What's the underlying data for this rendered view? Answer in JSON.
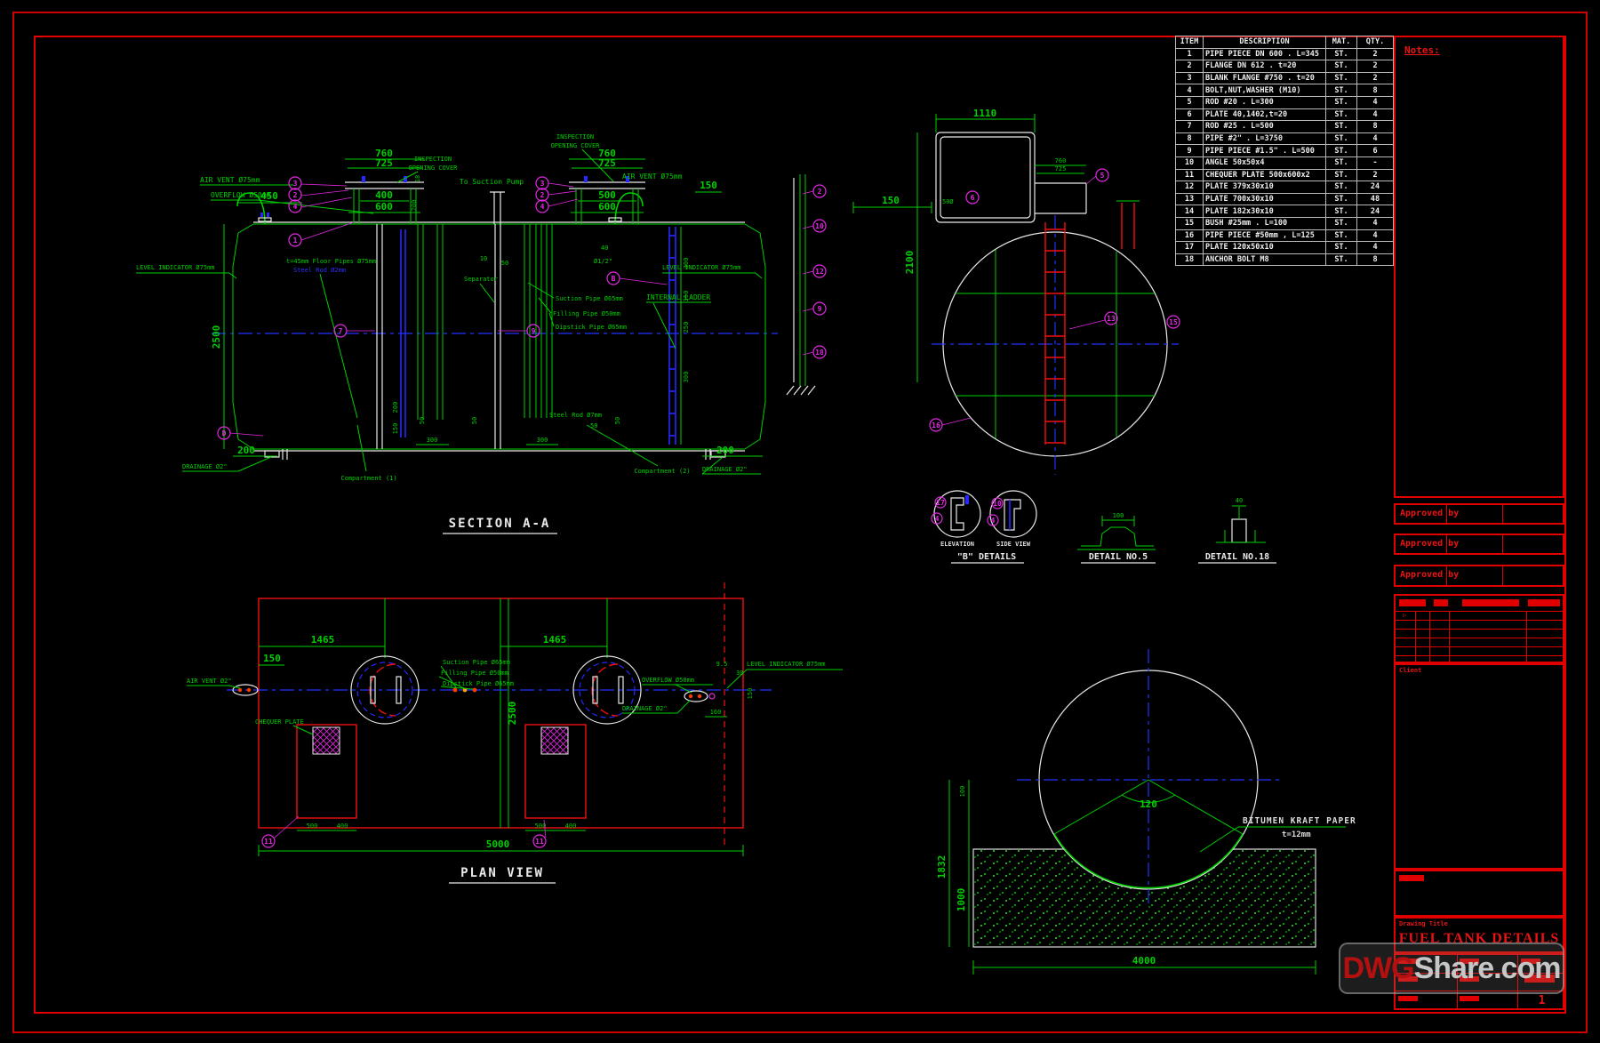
{
  "drawing": {
    "dims": {
      "d10": "10",
      "d18": "18",
      "d30": "30",
      "d40": "40",
      "d50": "50",
      "d100": "100",
      "d120": "120",
      "d150": "150",
      "d160": "160",
      "d200": "200",
      "d250": "250",
      "d300": "300",
      "d350": "350",
      "d400": "400",
      "d450": "450",
      "d500": "500",
      "d600": "600",
      "d725": "725",
      "d760": "760",
      "d1000": "1000",
      "d1110": "1110",
      "d1465": "1465",
      "d1832": "1832",
      "d2100": "2100",
      "d2500": "2500",
      "d4000": "4000",
      "d5000": "5000",
      "d9_5": "9.5",
      "half_inch": "Ø1/2\"",
      "d50o": "50Ø"
    },
    "balloons": {
      "n1": "1",
      "n2": "2",
      "n3": "3",
      "n4": "4",
      "n5": "5",
      "n6": "6",
      "n7": "7",
      "n9": "9",
      "n10": "10",
      "n11": "11",
      "n12": "12",
      "n13": "13",
      "n15": "15",
      "n16": "16",
      "n17": "17",
      "n18": "18",
      "bB": "B",
      "bD": "D"
    },
    "section": {
      "title": "SECTION  A-A",
      "labels": {
        "air_vent": "AIR VENT Ø75mm",
        "overflow": "OVERFLOW Ø50mm",
        "level_indicator": "LEVEL INDICATOR Ø75mm",
        "inspection1": "INSPECTION",
        "inspection2": "OPENING COVER",
        "to_suction_pump": "To Suction Pump",
        "separator": "Separator",
        "suction_pipe": "Suction Pipe Ø65mm",
        "filling_pipe": "Filling Pipe Ø50mm",
        "dipstick_pipe": "Dipstick Pipe Ø65mm",
        "internal_ladder": "INTERNAL LADDER",
        "floor_note": "t=45mm Floor Pipes Ø75mm",
        "floor_note_rod": "Steel Rod Ø2mm",
        "steel_rod": "Steel Rod Ø7mm",
        "drainage": "DRAINAGE Ø2\"",
        "compartment1": "Compartment (1)",
        "compartment2": "Compartment (2)"
      }
    },
    "plan": {
      "title": "PLAN VIEW",
      "labels": {
        "air_vent2": "AIR VENT Ø2\"",
        "chequer_plate": "CHEQUER PLATE",
        "overflow": "OVERFLOW Ø50mm",
        "drainage": "DRAINAGE Ø2\"",
        "level_indicator": "LEVEL INDICATOR Ø75mm",
        "suction_pipe": "Suction Pipe Ø65mm",
        "filling_pipe": "Filling Pipe Ø50mm",
        "dipstick_pipe": "Dipstick Pipe Ø65mm"
      }
    },
    "details": {
      "b_title": "\"B\" DETAILS",
      "elevation": "ELEVATION",
      "side_view": "SIDE VIEW",
      "no5": "DETAIL NO.5",
      "no18": "DETAIL NO.18"
    },
    "foundation": {
      "bitumen1": "BITUMEN KRAFT PAPER",
      "bitumen2": "t=12mm"
    }
  },
  "parts_table": {
    "headers": [
      "ITEM",
      "DESCRIPTION",
      "MAT.",
      "QTY."
    ],
    "rows": [
      [
        "1",
        "PIPE PIECE DN 600 . L=345",
        "ST.",
        "2"
      ],
      [
        "2",
        "FLANGE DN 612 . t=20",
        "ST.",
        "2"
      ],
      [
        "3",
        "BLANK FLANGE #750 . t=20",
        "ST.",
        "2"
      ],
      [
        "4",
        "BOLT,NUT,WASHER (M10)",
        "ST.",
        "8"
      ],
      [
        "5",
        "ROD #20 . L=300",
        "ST.",
        "4"
      ],
      [
        "6",
        "PLATE 40,1402,t=20",
        "ST.",
        "4"
      ],
      [
        "7",
        "ROD #25 . L=500",
        "ST.",
        "8"
      ],
      [
        "8",
        "PIPE #2\" . L=3750",
        "ST.",
        "4"
      ],
      [
        "9",
        "PIPE PIECE #1.5\" . L=500",
        "ST.",
        "6"
      ],
      [
        "10",
        "ANGLE 50x50x4",
        "ST.",
        "-"
      ],
      [
        "11",
        "CHEQUER PLATE 500x600x2",
        "ST.",
        "2"
      ],
      [
        "12",
        "PLATE 379x30x10",
        "ST.",
        "24"
      ],
      [
        "13",
        "PLATE 700x30x10",
        "ST.",
        "48"
      ],
      [
        "14",
        "PLATE 182x30x10",
        "ST.",
        "24"
      ],
      [
        "15",
        "BUSH #25mm . L=100",
        "ST.",
        "4"
      ],
      [
        "16",
        "PIPE PIECE #50mm , L=125",
        "ST.",
        "4"
      ],
      [
        "17",
        "PLATE 120x50x10",
        "ST.",
        "4"
      ],
      [
        "18",
        "ANCHOR BOLT M8",
        "ST.",
        "8"
      ]
    ]
  },
  "title_block": {
    "notes_label": "Notes:",
    "approved_by": "Approved by",
    "client_label": "Client",
    "drawing_title_label": "Drawing Title",
    "drawing_title": "FUEL TANK DETAILS",
    "sheet_number": "1"
  },
  "watermark": {
    "prefix": "DWG",
    "suffix": "Share.com"
  }
}
